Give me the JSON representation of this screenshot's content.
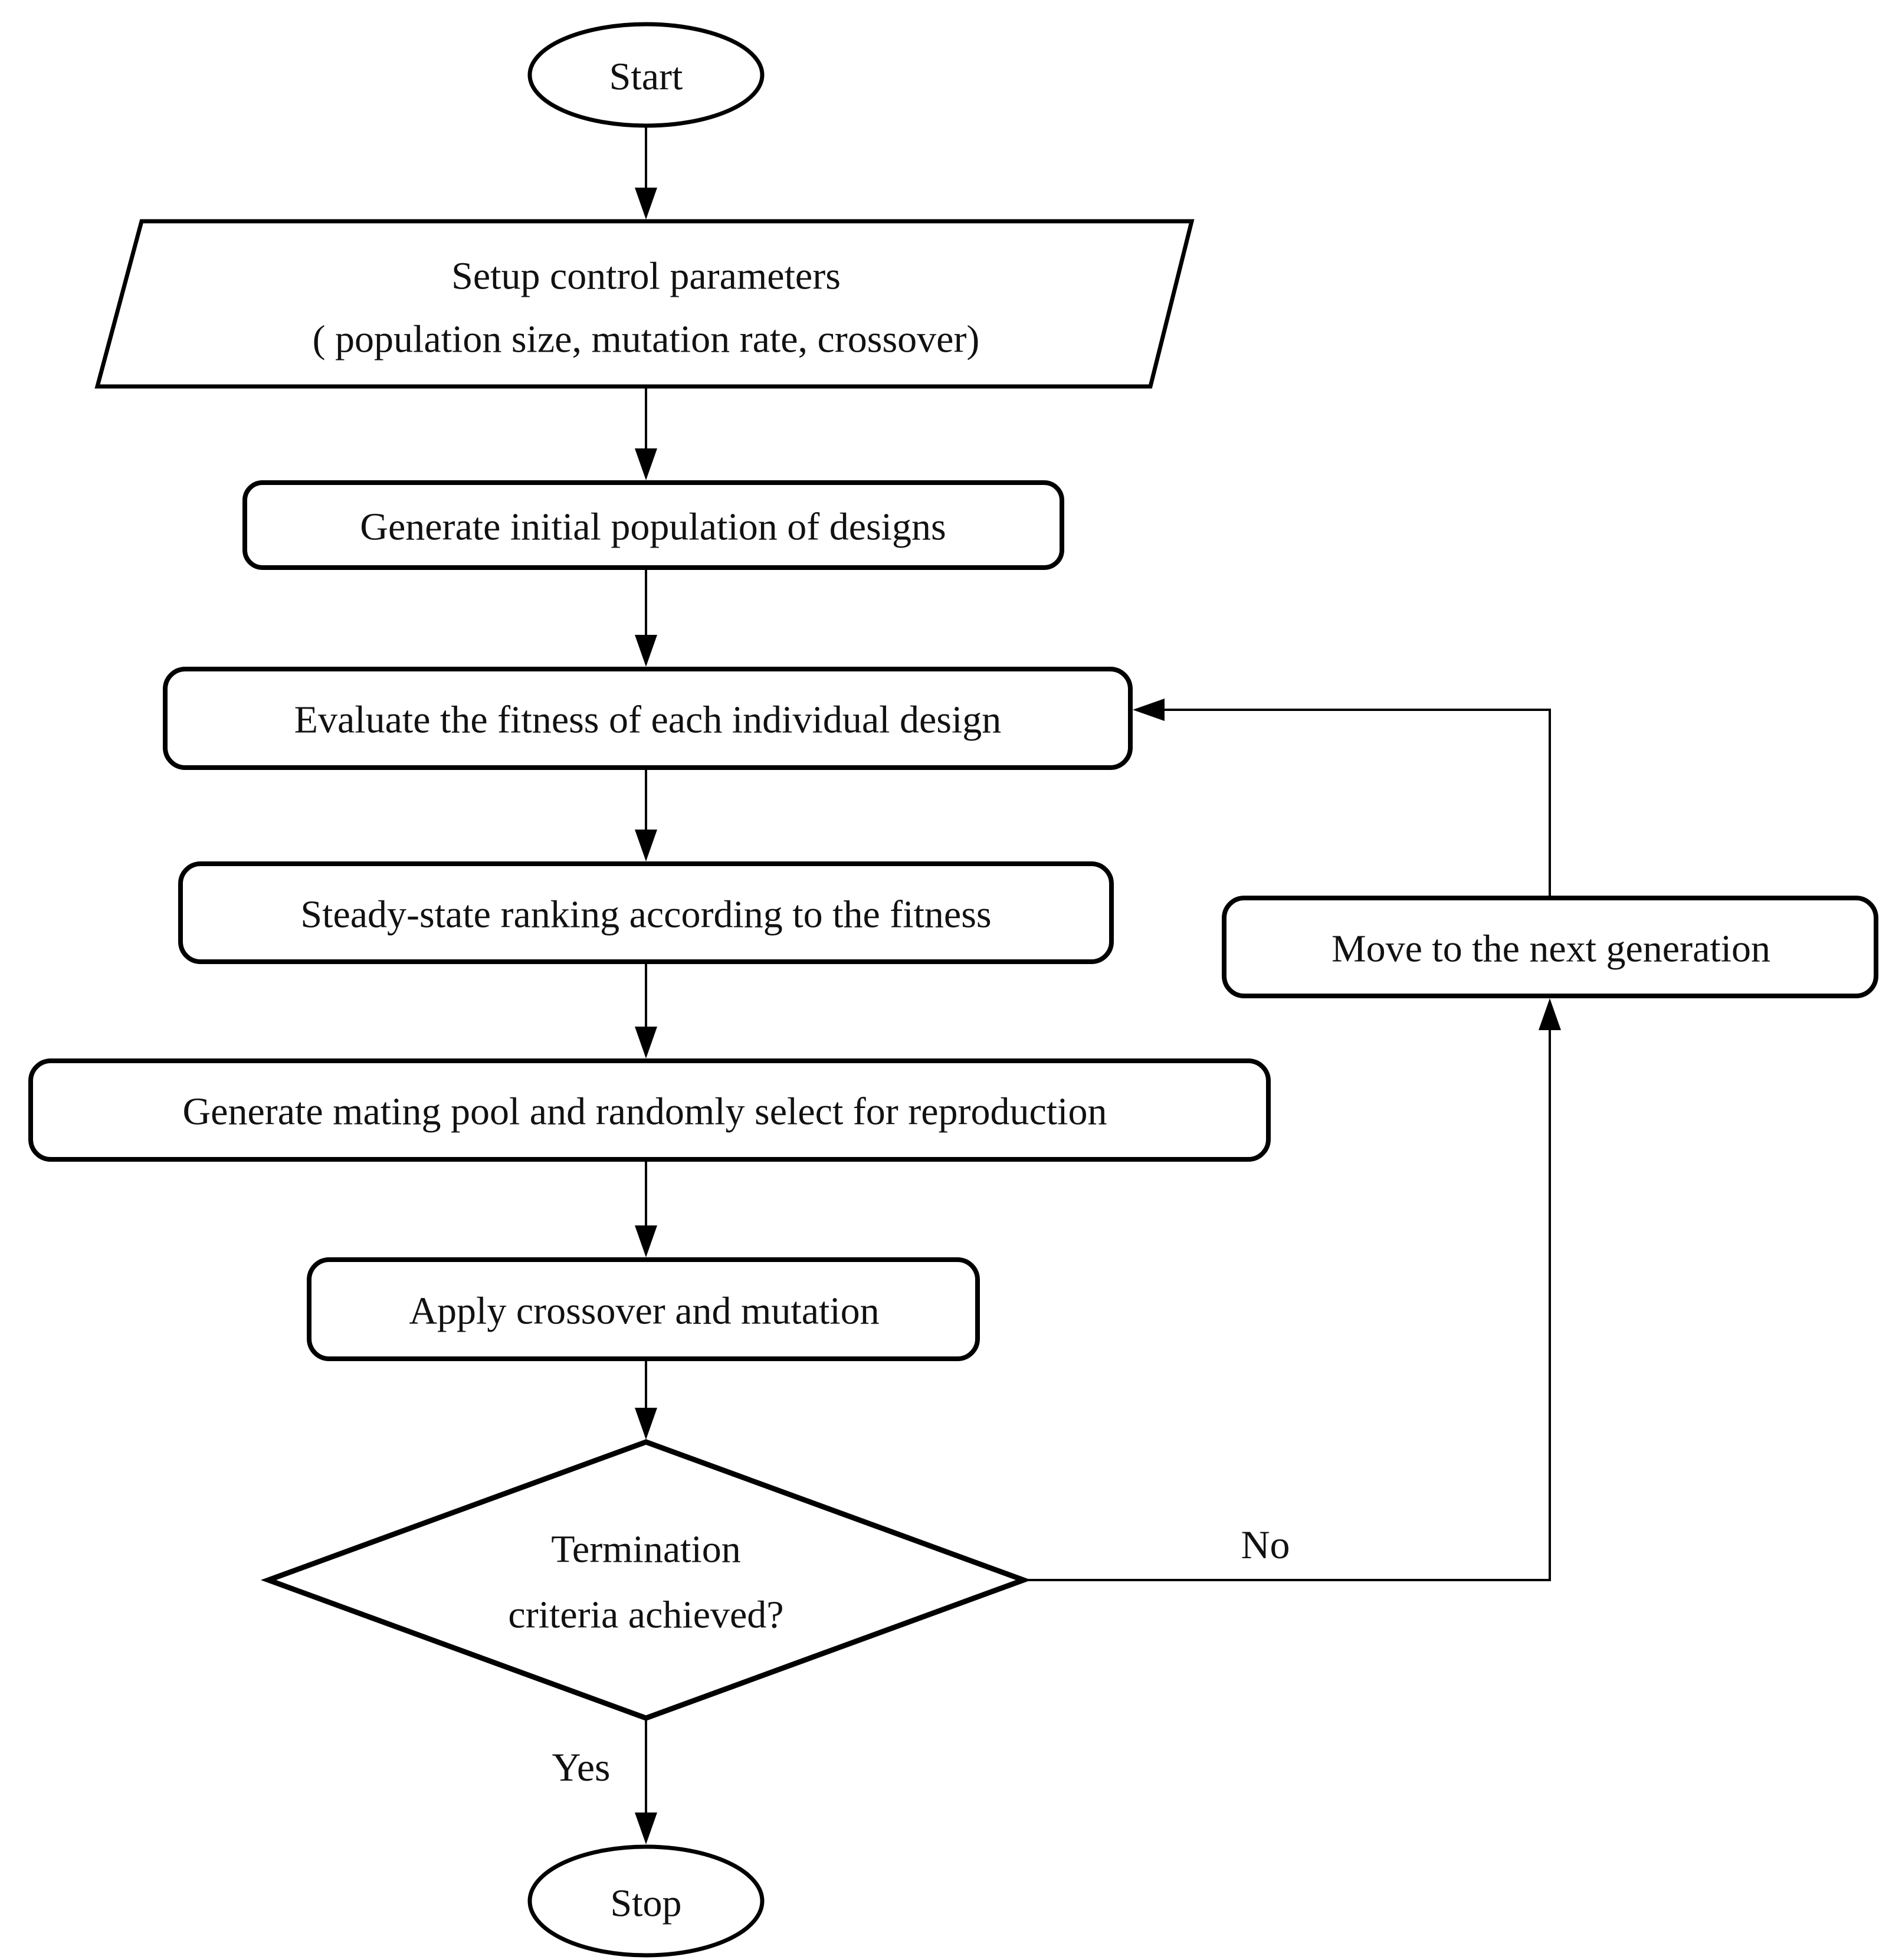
{
  "flowchart": {
    "title": "Genetic algorithm flowchart",
    "colors": {
      "stroke": "#000000",
      "text": "#111111",
      "background": "#ffffff"
    },
    "nodes": {
      "start": {
        "label": "Start"
      },
      "setup": {
        "line1": "Setup control parameters",
        "line2": "( population size, mutation rate, crossover)"
      },
      "generate_initial": {
        "label": "Generate initial population of designs"
      },
      "evaluate": {
        "label": "Evaluate the fitness of each individual design"
      },
      "ranking": {
        "label": "Steady-state ranking according to the fitness"
      },
      "mating_pool": {
        "label": "Generate mating pool and randomly select for reproduction"
      },
      "crossover_mutation": {
        "label": "Apply crossover and mutation"
      },
      "termination": {
        "line1": "Termination",
        "line2": "criteria achieved?"
      },
      "move_next": {
        "label": "Move to the next generation"
      },
      "stop": {
        "label": "Stop"
      }
    },
    "edges": {
      "yes_label": "Yes",
      "no_label": "No"
    }
  }
}
